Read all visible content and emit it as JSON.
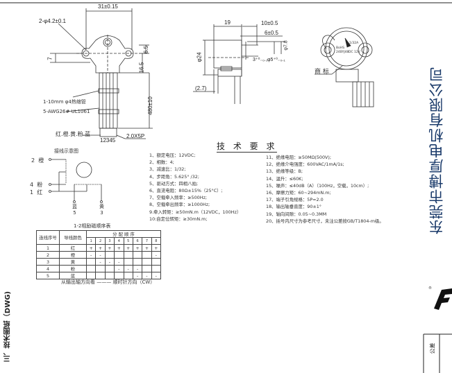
{
  "section_title": "三、技术图纸（DWG)",
  "company_name": "东莞市博厚电机有限公司",
  "footer_label": "公差",
  "drawing_front": {
    "width_dim": "31±0.15",
    "hole_dim": "2-φ4.2±0.1",
    "dim_7": "7",
    "dim_6_5": "6.5",
    "dim_16_5": "16.5",
    "cable_length": "480±10",
    "sleeve_note": "1-10mm  φ4热缩管",
    "wire_note": "5-AWG26# UL1061",
    "wire_colors": "红.橙.黄.粉.蓝",
    "pin_numbers": "12345",
    "connector": "2.0X5P"
  },
  "drawing_side": {
    "dim_19": "19",
    "dim_10": "10±0.5",
    "dim_6": "6±0.5",
    "dim_phi24": "φ24",
    "dim_7_8": "φ7.8",
    "dim_3": "3⁺⁰₋₀.₁",
    "dim_phi5": "φ5⁺⁰₋₀.₁",
    "dim_2_7": "(2.7)"
  },
  "drawing_label": {
    "trademark": "商 标",
    "model": "BoHS",
    "part": "24BYJ48",
    "voltage": "DC 12V",
    "ratio": "1/32A"
  },
  "tech_title": "技 术 要 求",
  "requirements_left": [
    "1、额定电压：12VDC;",
    "2、相数：4;",
    "3、减速比：1/32;",
    "4、步距角：5.625° /32;",
    "5、驱动方式：四相八拍;",
    "6、直流电阻：80Ω±15%（25°C）;",
    "7、空载牵入频率：≥500Hz;",
    "8、空载牵出频率：≥1000Hz;",
    "9.牵入转矩：≥50mN.m（12VDC，100Hz）",
    "10:自定位转矩：≥30mN.m;"
  ],
  "requirements_right": [
    "11、绝缘电阻：≥50MΩ(500V);",
    "12、绝缘介电强度：600VAC/1mA/1s;",
    "13、绝缘等级：B;",
    "14、温升：≤60K;",
    "15、噪声：≤40dB（A）（100Hz，空载，10cm）;",
    "16、摩擦力矩：60~294mN.m;",
    "17、端子引角规格：5P=2.0",
    "18、输出轴垂直度：90±1°",
    "19、轴向间隙：0.05~0.3MM",
    "20、括号内尺寸为参考尺寸，未注公差按GB/T1804-m级。"
  ],
  "wiring": {
    "title": "接线示意图",
    "leads": [
      {
        "num": "2",
        "color": "橙"
      },
      {
        "num": "4",
        "color": "粉"
      },
      {
        "num": "1",
        "color": "红"
      },
      {
        "num": "5",
        "color": "蓝"
      },
      {
        "num": "3",
        "color": "黄"
      }
    ]
  },
  "sequence_table": {
    "title": "1-2相励磁顺序表",
    "headers": {
      "seq": "连线序号",
      "color": "导线颜色",
      "dist": "分 配 顺 序"
    },
    "steps": [
      "1",
      "2",
      "3",
      "4",
      "5",
      "6",
      "7",
      "8"
    ],
    "rows": [
      {
        "seq": "1",
        "color": "红",
        "cells": [
          "+",
          "+",
          "+",
          "+",
          "+",
          "+",
          "+",
          "+"
        ]
      },
      {
        "seq": "2",
        "color": "橙",
        "cells": [
          "-",
          "-",
          "",
          "",
          "",
          "",
          "",
          "-"
        ]
      },
      {
        "seq": "3",
        "color": "黄",
        "cells": [
          "",
          "-",
          "-",
          "-",
          "",
          "",
          "",
          ""
        ]
      },
      {
        "seq": "4",
        "color": "粉",
        "cells": [
          "",
          "",
          "",
          "-",
          "-",
          "-",
          "",
          ""
        ]
      },
      {
        "seq": "5",
        "color": "蓝",
        "cells": [
          "",
          "",
          "",
          "",
          "",
          "-",
          "-",
          "-"
        ]
      }
    ],
    "caption": "从输出轴方向看 ——— 顺时针方向（CW）"
  },
  "colors": {
    "company_text": "#1a3a6a",
    "line": "#222222"
  }
}
